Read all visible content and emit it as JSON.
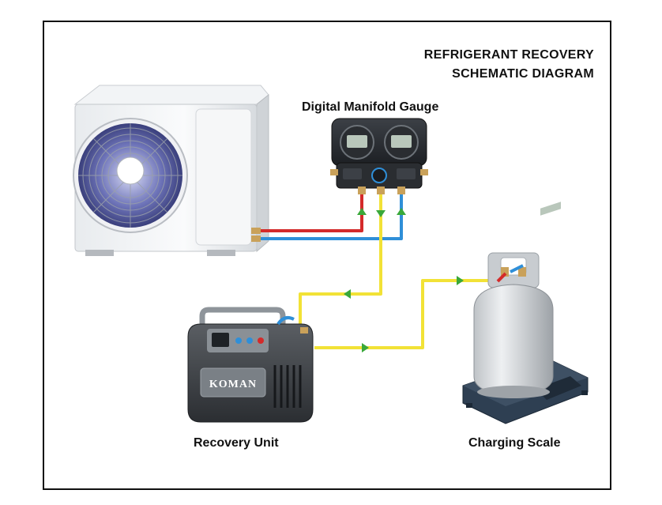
{
  "title": {
    "line1": "REFRIGERANT RECOVERY",
    "line2": "SCHEMATIC DIAGRAM"
  },
  "components": {
    "manifold": "Digital Manifold Gauge",
    "recovery_unit": "Recovery Unit",
    "scale": "Charging Scale"
  },
  "brand": "KOMAN",
  "colors": {
    "high_pressure_line": "#d42a2a",
    "low_pressure_line": "#2f8fd8",
    "recovery_line": "#f2e236",
    "arrow": "#3aa83a"
  }
}
